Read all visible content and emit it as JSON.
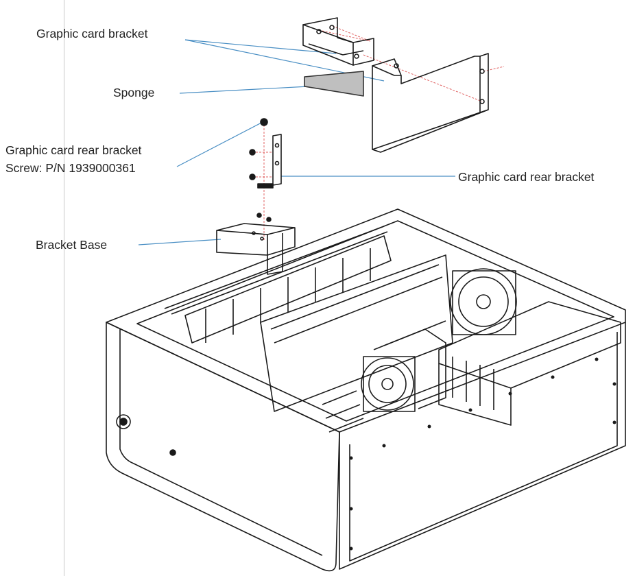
{
  "labels": {
    "graphic_card_bracket": "Graphic card bracket",
    "sponge": "Sponge",
    "rear_bracket_screw_line1": "Graphic card rear bracket",
    "rear_bracket_screw_line2": "Screw: P/N 1939000361",
    "graphic_card_rear_bracket": "Graphic card rear bracket",
    "bracket_base": "Bracket Base"
  },
  "colors": {
    "leader_line": "#4a8fc4",
    "screw_path": "#e06060",
    "outline": "#1a1a1a",
    "text": "#222222"
  }
}
